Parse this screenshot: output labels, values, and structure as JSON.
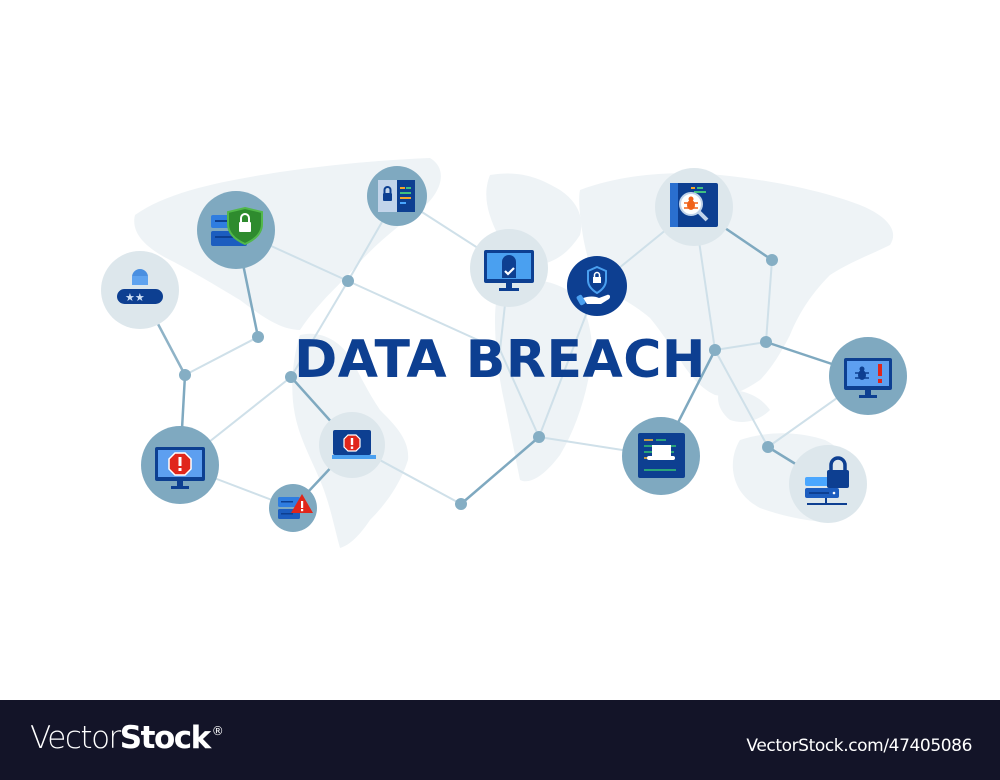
{
  "title": "DATA BREACH",
  "footer": {
    "brand_light": "Vector",
    "brand_bold": "Stock",
    "registered_mark": "®",
    "stock_id": "VectorStock.com/47405086"
  },
  "colors": {
    "title": "#0d3f91",
    "node_dark": "#7fa9c0",
    "node_light": "#dde7ec",
    "node_navy": "#0d3f91",
    "link": "#8fb3c7",
    "dot": "#85aec4",
    "map": "#eef3f6",
    "alert_red": "#e0261b",
    "shield_green": "#2e8b2e",
    "footer_bg": "#131428"
  },
  "nodes": [
    {
      "name": "password-lock-node",
      "icon": "password-lock-icon",
      "style": "light"
    },
    {
      "name": "secure-server-shield-node",
      "icon": "shield-lock-icon",
      "style": "dark"
    },
    {
      "name": "locked-document-node",
      "icon": "locked-document-icon",
      "style": "dark"
    },
    {
      "name": "secure-monitor-node",
      "icon": "monitor-lock-check-icon",
      "style": "light"
    },
    {
      "name": "protection-hand-node",
      "icon": "hand-shield-icon",
      "style": "navy"
    },
    {
      "name": "bug-search-node",
      "icon": "bug-search-icon",
      "style": "light"
    },
    {
      "name": "infected-monitor-node",
      "icon": "monitor-bug-alert-icon",
      "style": "dark"
    },
    {
      "name": "monitor-alert-node",
      "icon": "monitor-alert-icon",
      "style": "dark"
    },
    {
      "name": "laptop-alert-node",
      "icon": "laptop-alert-icon",
      "style": "light"
    },
    {
      "name": "server-warning-node",
      "icon": "server-warning-icon",
      "style": "dark"
    },
    {
      "name": "hacker-hat-node",
      "icon": "hacker-hat-icon",
      "style": "dark"
    },
    {
      "name": "locked-server-node",
      "icon": "server-lock-icon",
      "style": "light"
    }
  ]
}
